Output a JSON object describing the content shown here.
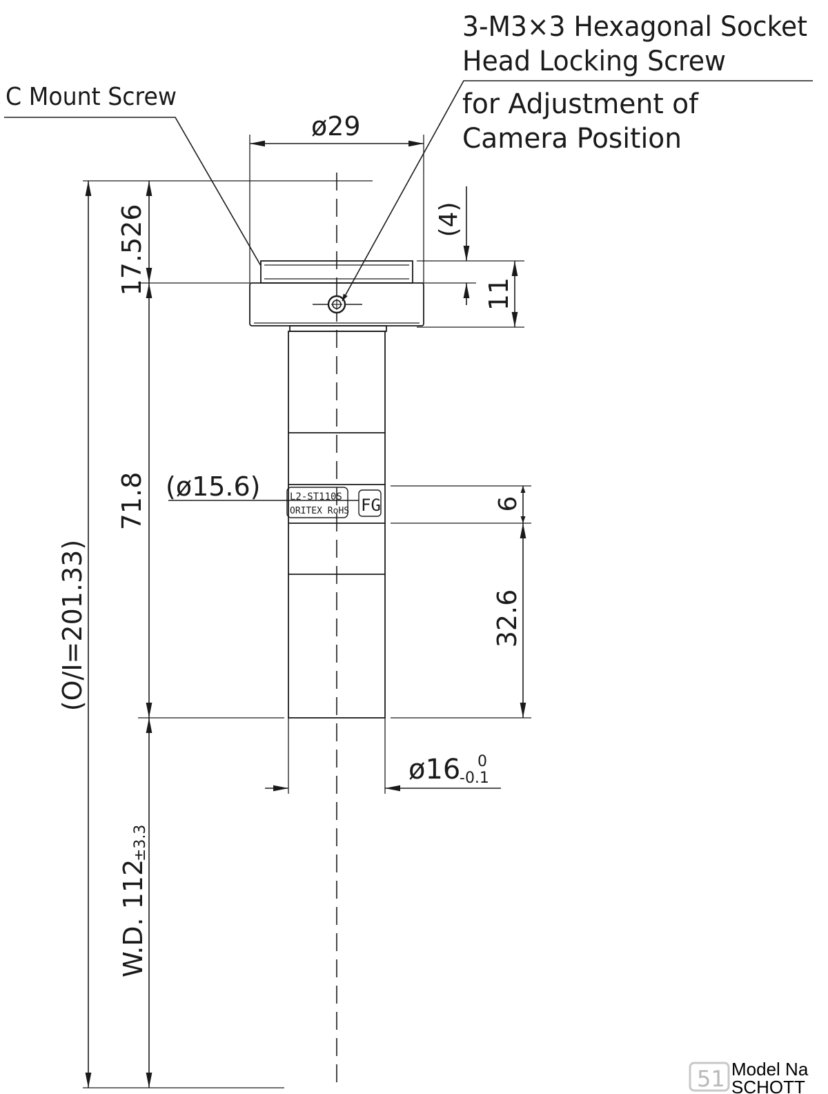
{
  "callouts": {
    "c_mount": "C Mount Screw",
    "locking_screw_line1": "3-M3×3 Hexagonal Socket",
    "locking_screw_line2": "Head Locking Screw",
    "locking_screw_line3": "for Adjustment of",
    "locking_screw_line4": "Camera Position"
  },
  "dimensions": {
    "d29": "ø29",
    "d4": "(4)",
    "d11": "11",
    "d17526": "17.526",
    "d718": "71.8",
    "d156": "(ø15.6)",
    "d6": "6",
    "d326": "32.6",
    "d16": "ø16",
    "d16_tol_upper": "0",
    "d16_tol_lower": "-0.1",
    "oi": "(O/I=201.33)",
    "wd": "W.D. 112",
    "wd_tol": "±3.3"
  },
  "label_band": {
    "line1": "L2-ST110S",
    "line2": "ORITEX RoHS",
    "mark": "FG"
  },
  "footer": {
    "model_name": "Model Na",
    "brand": "SCHOTT"
  },
  "colors": {
    "ink": "#1a1a1a",
    "background": "#ffffff"
  }
}
